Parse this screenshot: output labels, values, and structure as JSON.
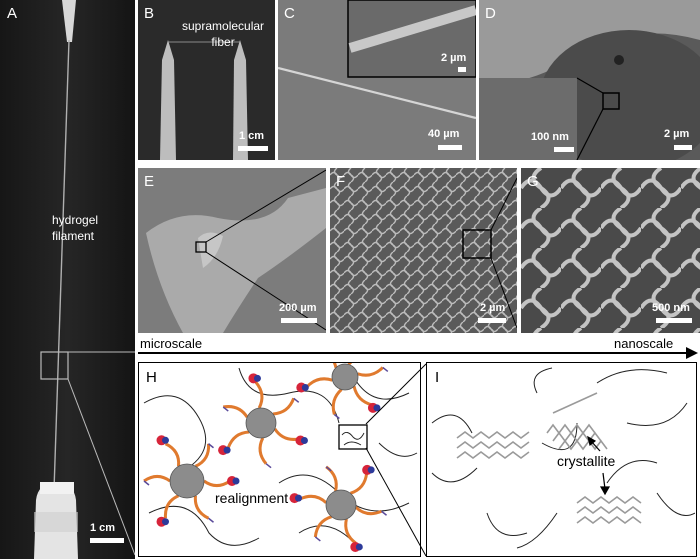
{
  "panels": {
    "A": {
      "label": "A",
      "caption": [
        "hydrogel",
        "filament"
      ],
      "scalebar": "1 cm"
    },
    "B": {
      "label": "B",
      "caption": [
        "supramolecular",
        "fiber"
      ],
      "scalebar": "1 cm"
    },
    "C": {
      "label": "C",
      "scalebar_main": "40 µm",
      "scalebar_inset": "2 µm"
    },
    "D": {
      "label": "D",
      "scalebar_main": "2 µm",
      "scalebar_inset": "100 nm"
    },
    "E": {
      "label": "E",
      "scalebar": "200 µm"
    },
    "F": {
      "label": "F",
      "scalebar": "2 µm"
    },
    "G": {
      "label": "G",
      "scalebar": "500 nm"
    },
    "H": {
      "label": "H",
      "annotation": "realignment"
    },
    "I": {
      "label": "I",
      "annotation": "crystallite"
    }
  },
  "scale_axis": {
    "left": "microscale",
    "right": "nanoscale"
  },
  "colors": {
    "particle": "#8c8c8c",
    "arm": "#e07a2e",
    "bead_red": "#d6243a",
    "bead_blue": "#2d3a9a",
    "stub": "#5a4a9a"
  }
}
